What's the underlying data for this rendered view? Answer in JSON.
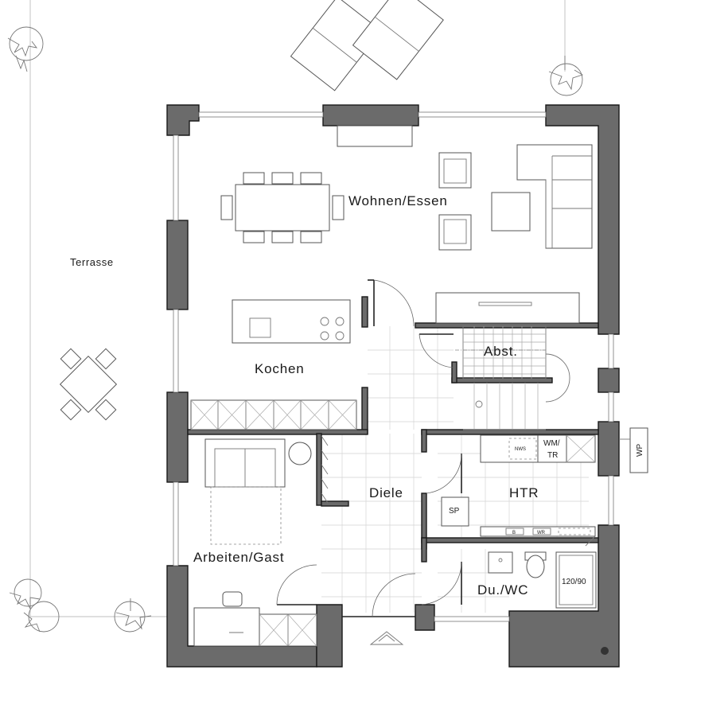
{
  "rooms": {
    "wohnen": "Wohnen/Essen",
    "kochen": "Kochen",
    "abst": "Abst.",
    "diele": "Diele",
    "htr": "HTR",
    "arbeiten": "Arbeiten/Gast",
    "duwc": "Du./WC",
    "terrasse": "Terrasse"
  },
  "fixtures": {
    "wmtr_line1": "WM/",
    "wmtr_line2": "TR",
    "nws": "NWS",
    "sp": "SP",
    "shower": "120/90",
    "wp": "WP",
    "b_small": "B",
    "wr_small": "WR"
  },
  "colors": {
    "wall_fill": "#6b6b6b",
    "line": "#1a1a1a",
    "tile": "#d4d4d4",
    "background": "#ffffff"
  }
}
